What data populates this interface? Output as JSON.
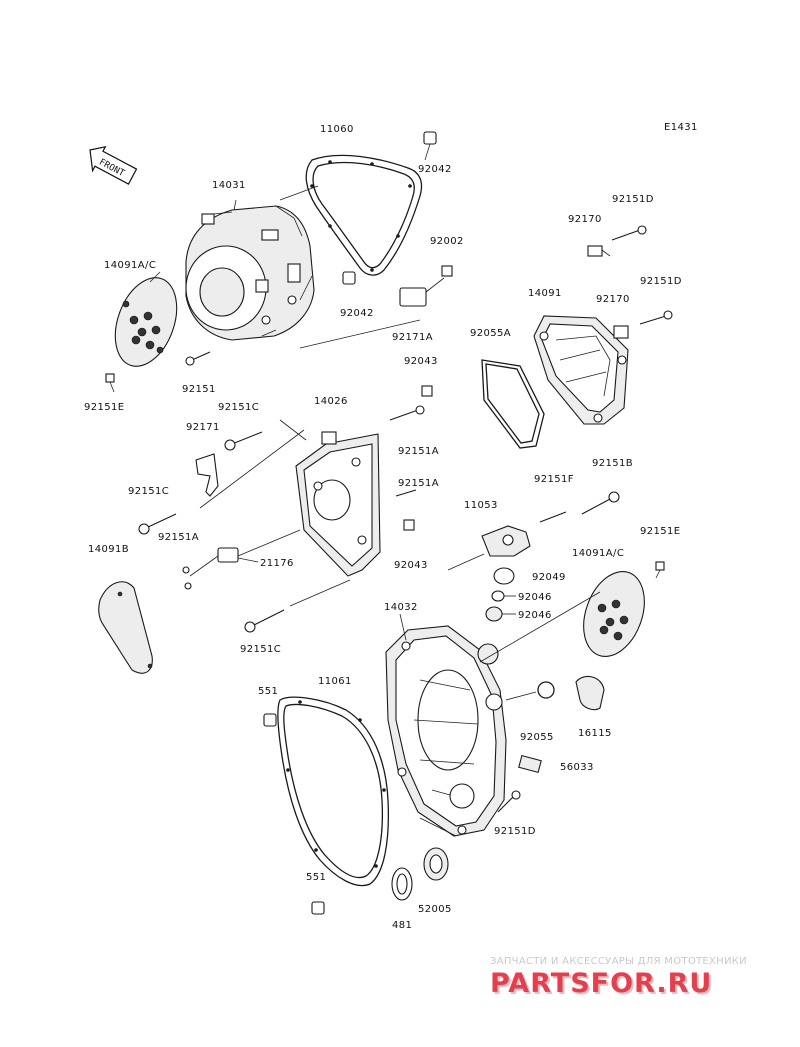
{
  "diagram": {
    "ref_code": "E1431",
    "front_marker": "FRONT",
    "part_labels": {
      "p11060": "11060",
      "p92042_a": "92042",
      "p14031": "14031",
      "p14091ac_a": "14091A/C",
      "p92002": "92002",
      "p92042_b": "92042",
      "p92151_a": "92151",
      "p92151e_a": "92151E",
      "p92170_a": "92170",
      "p92151d_a": "92151D",
      "p14091": "14091",
      "p92170_b": "92170",
      "p92151d_b": "92151D",
      "p92055a": "92055A",
      "p92171a": "92171A",
      "p92043_a": "92043",
      "p14026": "14026",
      "p92151c_a": "92151C",
      "p92171": "92171",
      "p92151a_a": "92151A",
      "p92151a_b": "92151A",
      "p92151c_b": "92151C",
      "p92151a_c": "92151A",
      "p14091b": "14091B",
      "p21176": "21176",
      "p92043_b": "92043",
      "p92151c_c": "92151C",
      "p11053": "11053",
      "p92151f": "92151F",
      "p92151b": "92151B",
      "p92151e_b": "92151E",
      "p14091ac_b": "14091A/C",
      "p92049": "92049",
      "p92046_a": "92046",
      "p92046_b": "92046",
      "p14032": "14032",
      "p551_a": "551",
      "p11061": "11061",
      "p16115": "16115",
      "p92055": "92055",
      "p56033": "56033",
      "p92151d_c": "92151D",
      "p551_b": "551",
      "p52005": "52005",
      "p481": "481"
    }
  },
  "watermark": {
    "tagline": "ЗАПЧАСТИ И АКСЕССУАРЫ ДЛЯ МОТОТЕХНИКИ",
    "logo_text": "PARTSFOR.RU",
    "logo_color": "#e0414f",
    "logo_shadow": "#f4b6bd"
  },
  "colors": {
    "background": "#ffffff",
    "line_art": "#1a1a1a"
  }
}
